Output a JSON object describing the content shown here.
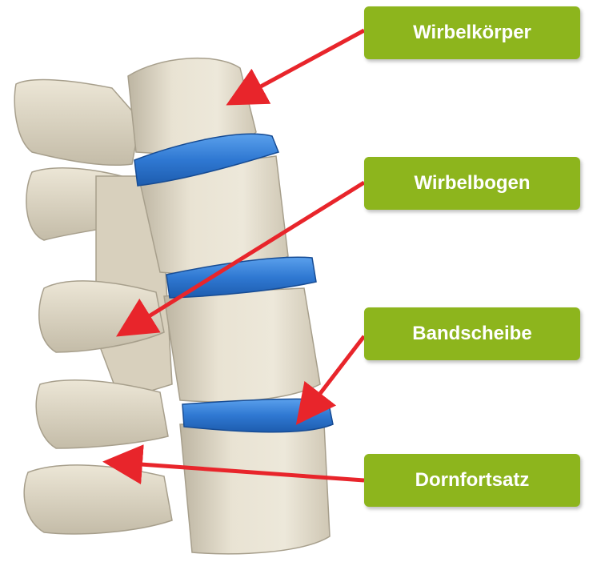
{
  "labels": {
    "wirbelkoerper": "Wirbelkörper",
    "wirbelbogen": "Wirbelbogen",
    "bandscheibe": "Bandscheibe",
    "dornfortsatz": "Dornfortsatz"
  },
  "colors": {
    "label_bg": "#8db51d",
    "label_text": "#ffffff",
    "arrow": "#e8252b",
    "bone": "#e6dfcd",
    "disc": "#2f78d2"
  }
}
